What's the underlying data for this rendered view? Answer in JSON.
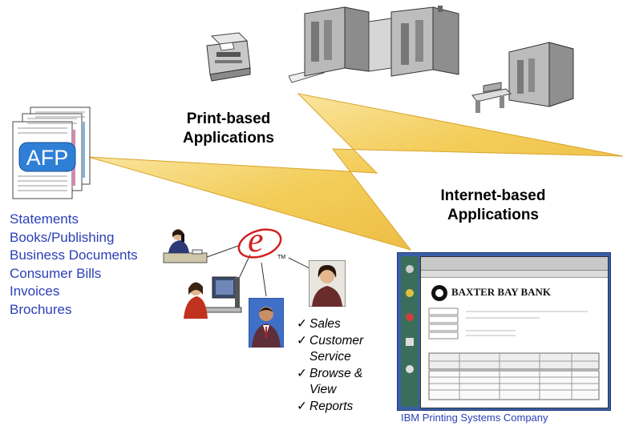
{
  "print_heading": [
    "Print-based",
    "Applications"
  ],
  "internet_heading": [
    "Internet-based",
    "Applications"
  ],
  "afp_label": "AFP",
  "e_logo": "e",
  "tm": "TM",
  "document_types": [
    "Statements",
    "Books/Publishing",
    "Business Documents",
    "Consumer Bills",
    "Invoices",
    "Brochures"
  ],
  "internet_uses": [
    "Sales",
    "Customer Service",
    "Browse & View",
    "Reports"
  ],
  "internet_uses_lines": [
    [
      "Sales"
    ],
    [
      "Customer",
      "Service"
    ],
    [
      "Browse &",
      "View"
    ],
    [
      "Reports"
    ]
  ],
  "check_mark": "✓",
  "bank_name": "BAXTER BAY BANK",
  "credit": "IBM Printing Systems Company",
  "colors": {
    "list_blue": "#2b3fb7",
    "bolt_yellow": "#f2c84b",
    "e_red": "#d42020",
    "screen_frame": "#3a5fa8"
  },
  "icons": [
    "printer-icon",
    "production-printer-icon",
    "press-system-icon",
    "afp-document-stack-icon",
    "person-phone-icon",
    "person-computer-icon",
    "businessman-icon",
    "businesswoman-icon",
    "e-business-logo-icon",
    "browser-screenshot-icon"
  ]
}
